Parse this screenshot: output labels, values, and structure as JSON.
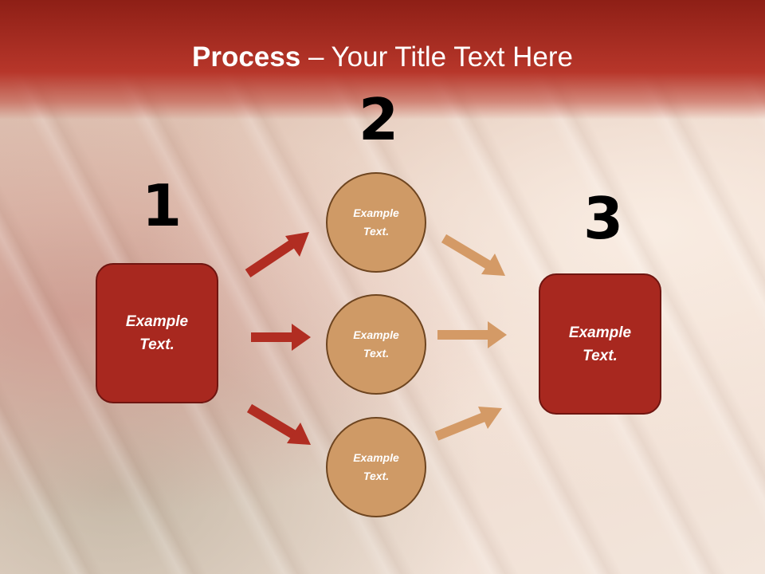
{
  "title": {
    "bold": "Process",
    "rest": " – Your Title Text Here"
  },
  "steps": {
    "n1": "1",
    "n2": "2",
    "n3": "3"
  },
  "left_box": {
    "label": "Example\nText."
  },
  "right_box": {
    "label": "Example\nText."
  },
  "circles": [
    {
      "label": "Example\nText."
    },
    {
      "label": "Example\nText."
    },
    {
      "label": "Example\nText."
    }
  ],
  "colors": {
    "header": "#9e2a1e",
    "box_fill": "#a8281f",
    "circle_fill": "#cf9a66",
    "arrow_left": "#b12d22",
    "arrow_right": "#d49a66"
  }
}
